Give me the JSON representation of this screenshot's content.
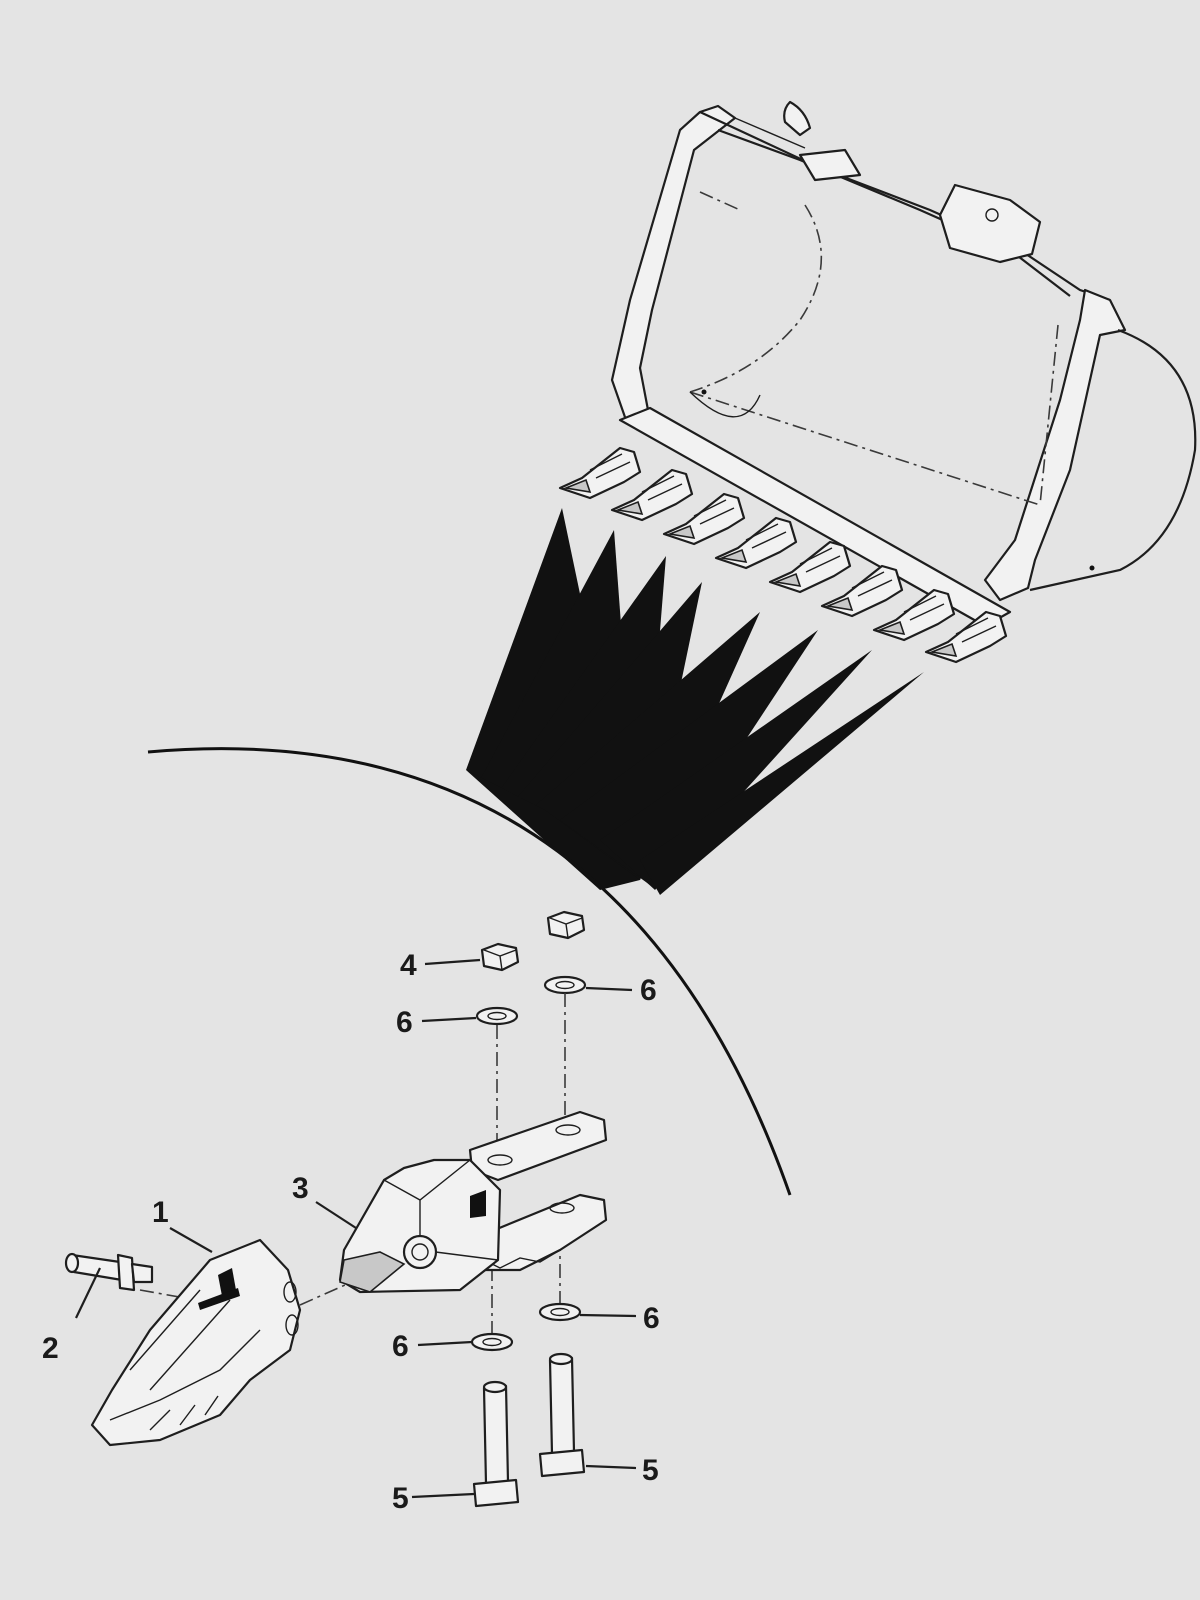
{
  "diagram": {
    "callouts": [
      {
        "id": "callout-1",
        "text": "1"
      },
      {
        "id": "callout-2",
        "text": "2"
      },
      {
        "id": "callout-3",
        "text": "3"
      },
      {
        "id": "callout-4",
        "text": "4"
      },
      {
        "id": "callout-6-upper-left",
        "text": "6"
      },
      {
        "id": "callout-6-upper-right",
        "text": "6"
      },
      {
        "id": "callout-6-lower-left",
        "text": "6"
      },
      {
        "id": "callout-6-lower-right",
        "text": "6"
      },
      {
        "id": "callout-5-left",
        "text": "5"
      },
      {
        "id": "callout-5-right",
        "text": "5"
      }
    ]
  }
}
